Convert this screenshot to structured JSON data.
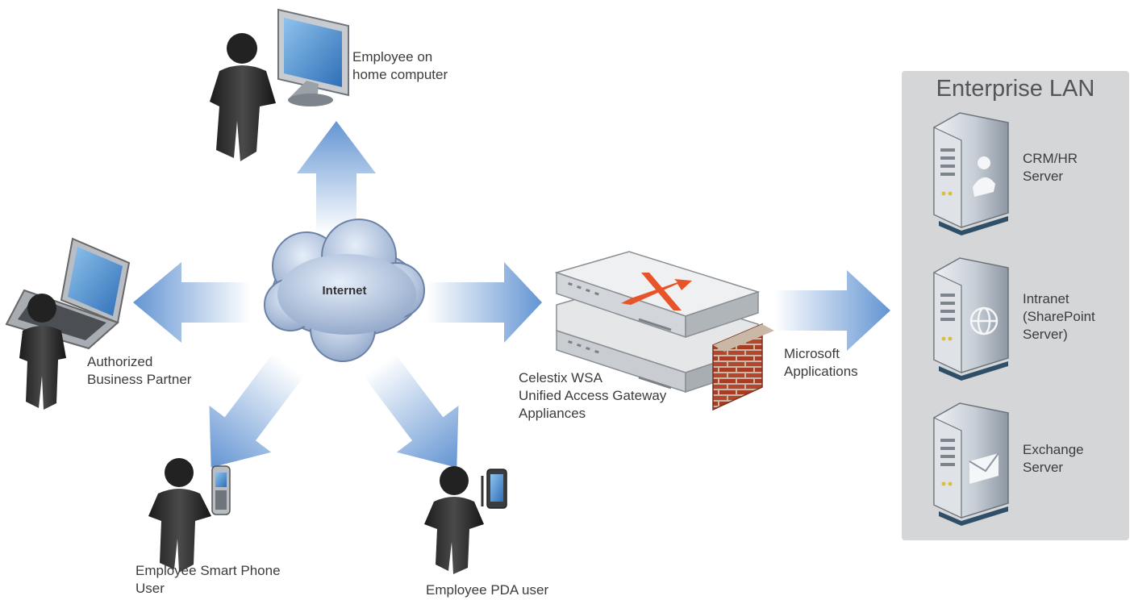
{
  "cloud": {
    "label": "Internet"
  },
  "users": {
    "home": {
      "line1": "Employee on",
      "line2": "home computer"
    },
    "partner": {
      "line1": "Authorized",
      "line2": "Business Partner"
    },
    "smartphone": {
      "line1": "Employee Smart Phone",
      "line2": "User"
    },
    "pda": {
      "line1": "Employee PDA user"
    }
  },
  "gateway": {
    "line1": "Celestix WSA",
    "line2": "Unified Access Gateway",
    "line3": "Appliances"
  },
  "microsoft": {
    "line1": "Microsoft",
    "line2": "Applications"
  },
  "lan": {
    "title": "Enterprise LAN",
    "servers": [
      {
        "line1": "CRM/HR",
        "line2": "Server",
        "icon": "person-icon"
      },
      {
        "line1": "Intranet",
        "line2": "(SharePoint",
        "line3": "Server)",
        "icon": "globe-icon"
      },
      {
        "line1": "Exchange",
        "line2": "Server",
        "icon": "mail-icon"
      }
    ]
  },
  "colors": {
    "arrow": "#5b8fd0",
    "panel": "#d5d6d8",
    "firewall": "#b5452c",
    "x_mark": "#e8542a"
  }
}
